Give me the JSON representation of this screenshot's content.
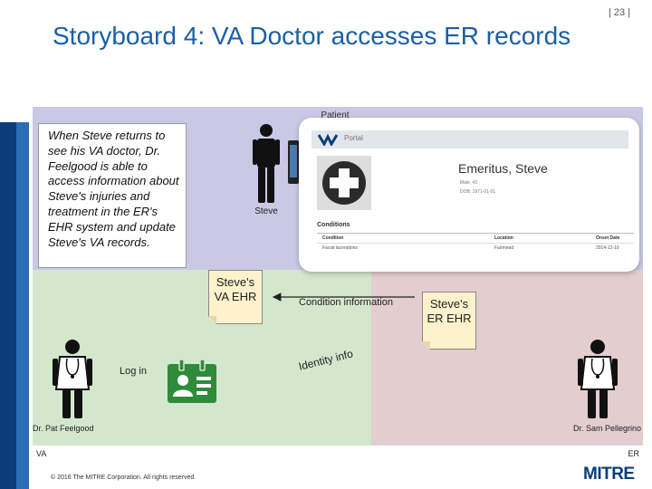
{
  "slide": {
    "page_number": "| 23 |",
    "title": "Storyboard 4: VA Doctor accesses ER records"
  },
  "regions": {
    "patient_label": "Patient",
    "va_label": "VA",
    "er_label": "ER"
  },
  "callout": {
    "text": "When Steve returns to see his VA doctor, Dr. Feelgood is able to access information about Steve's injuries and treatment in the ER's EHR system and update Steve's VA records."
  },
  "people": {
    "steve": "Steve",
    "va_doctor": "Dr. Pat Feelgood",
    "er_doctor": "Dr. Sam Pellegrino"
  },
  "portal": {
    "header": "Portal",
    "patient_name": "Emeritus, Steve",
    "sex": "Male, 43",
    "dob": "DOB: 1971-01-01",
    "conditions_heading": "Conditions",
    "columns": [
      "Condition",
      "Location",
      "Onset Date"
    ],
    "rows": [
      [
        "Facial lacerations",
        "Fairmead",
        "2014-12-10"
      ]
    ]
  },
  "ehr": {
    "va": "Steve's VA EHR",
    "er": "Steve's ER EHR"
  },
  "flows": {
    "condition_information": "Condition information",
    "identity_info": "Identity info",
    "log_in": "Log in"
  },
  "footer": {
    "copyright": "© 2016 The MITRE Corporation. All rights reserved.",
    "logo": "MITRE"
  },
  "colors": {
    "title": "#1a5fa8",
    "patient_region": "#c9c9e6",
    "va_region": "#d3e7cd",
    "er_region": "#e3cdcf",
    "ehr_box": "#fdf2cc",
    "id_card": "#2e8b3a",
    "sidebar": "#0a3d7a"
  }
}
